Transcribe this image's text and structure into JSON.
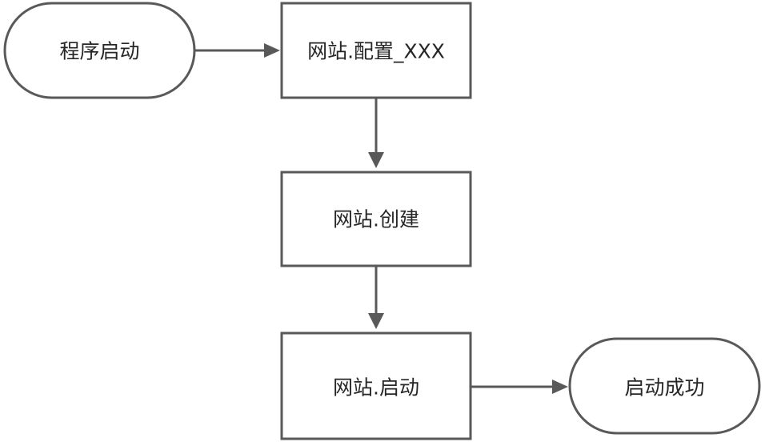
{
  "nodes": {
    "start": "程序启动",
    "config": "网站.配置_XXX",
    "create": "网站.创建",
    "launch": "网站.启动",
    "success": "启动成功"
  },
  "colors": {
    "stroke": "#595959",
    "text": "#262626",
    "background": "#ffffff"
  }
}
